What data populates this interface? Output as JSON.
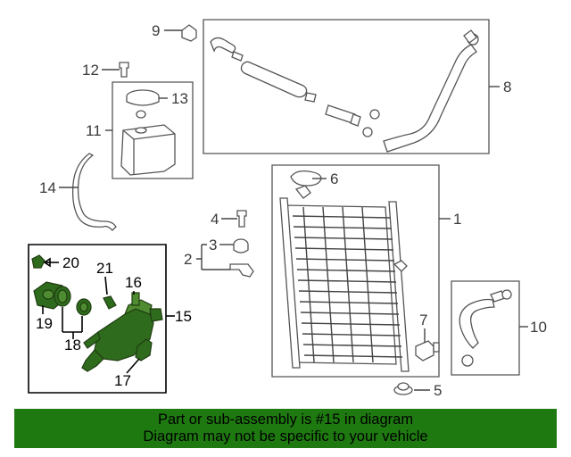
{
  "callouts": {
    "c1": "1",
    "c2": "2",
    "c3": "3",
    "c4": "4",
    "c5": "5",
    "c6": "6",
    "c7": "7",
    "c8": "8",
    "c9": "9",
    "c10": "10",
    "c11": "11",
    "c12": "12",
    "c13": "13",
    "c14": "14",
    "c15": "15",
    "c16": "16",
    "c17": "17",
    "c18": "18",
    "c19": "19",
    "c20": "20",
    "c21": "21"
  },
  "banner": {
    "line1": "Part or sub-assembly is #15 in diagram",
    "line2": "Diagram may not be specific to your vehicle"
  },
  "colors": {
    "highlight": "#2f6b1c",
    "banner_bg": "#1e7a10"
  }
}
